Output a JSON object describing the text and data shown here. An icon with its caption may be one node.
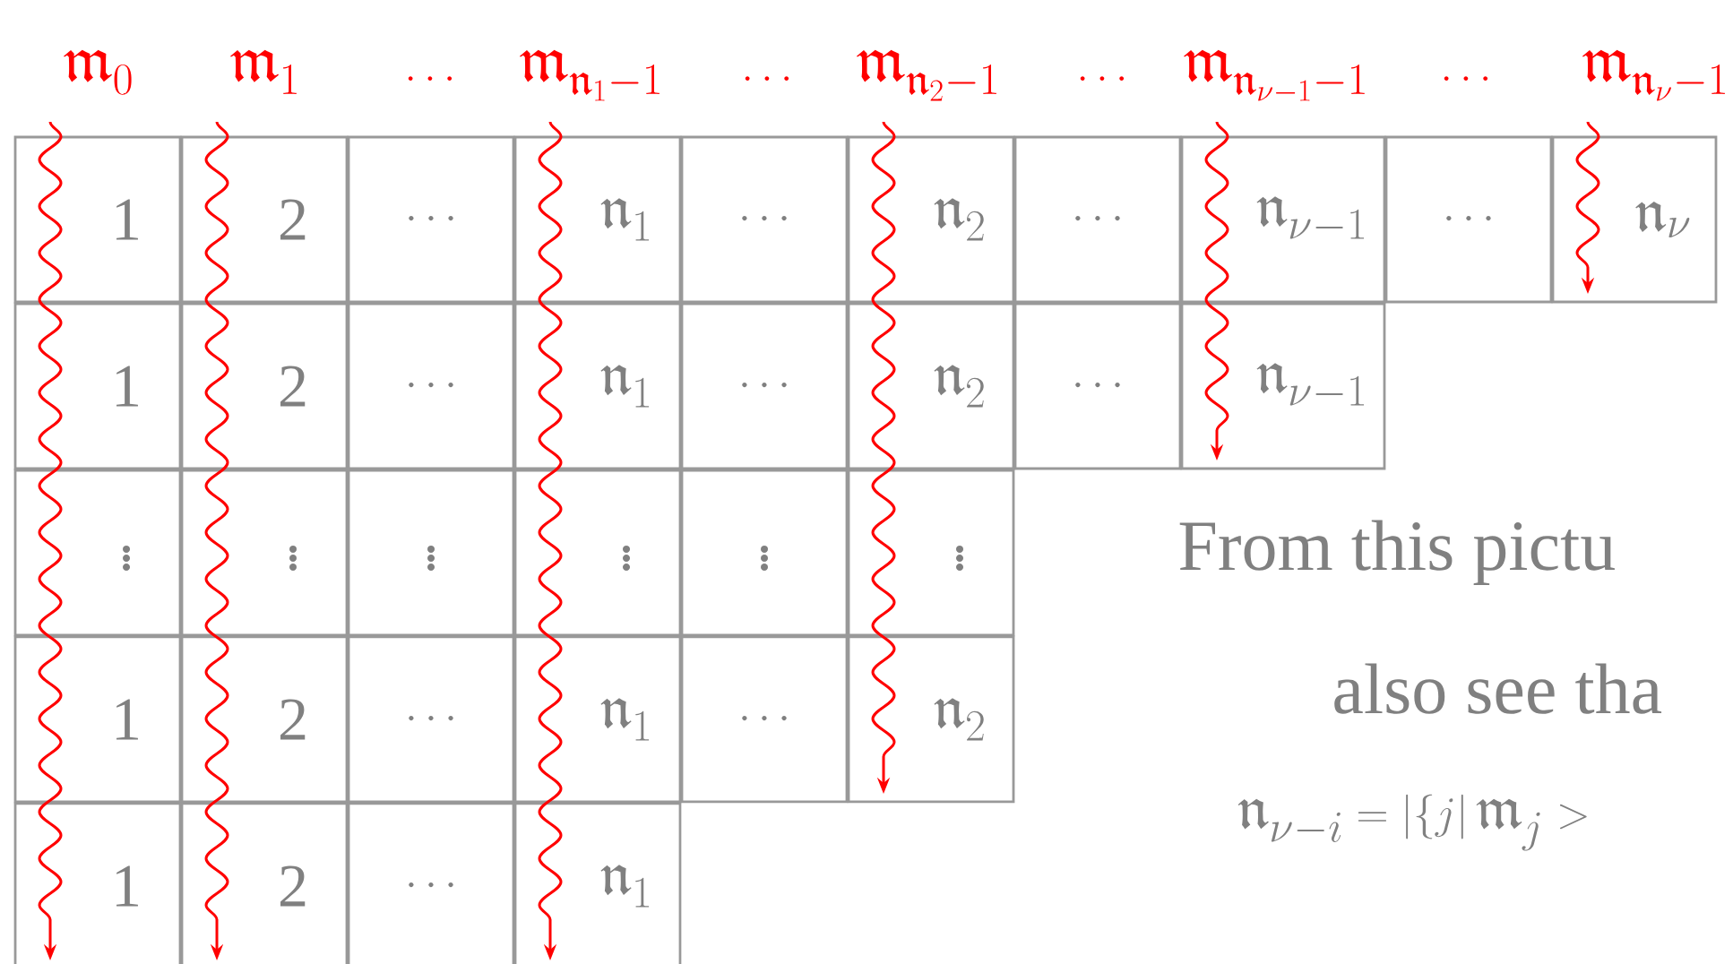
{
  "diagram": {
    "nodes": [
      {
        "text": [
          "1"
        ]
      },
      {
        "text": [
          "2"
        ]
      },
      {
        "text": [
          "\\cdots"
        ]
      },
      {
        "text": [
          "\\mathfrak{n}_1"
        ]
      },
      {
        "text": [
          "\\cdots"
        ]
      },
      {
        "text": [
          "\\mathfrak{n}_2"
        ]
      },
      {
        "text": [
          "\\cdots"
        ]
      },
      {
        "text": [
          "\\mathfrak{n}_{\\nu-1}"
        ]
      },
      {
        "text": [
          "\\cdots"
        ]
      },
      {
        "text": [
          "\\mathfrak{n}_\\nu"
        ]
      },
      {
        "text": [
          "1"
        ]
      },
      {
        "text": [
          "2"
        ]
      },
      {
        "text": [
          "\\cdots"
        ]
      },
      {
        "text": [
          "\\mathfrak{n}_1"
        ]
      },
      {
        "text": [
          "\\cdots"
        ]
      },
      {
        "text": [
          "\\mathfrak{n}_2"
        ]
      },
      {
        "text": [
          "\\cdots"
        ]
      },
      {
        "text": [
          "\\mathfrak{n}_{\\nu-1}"
        ]
      },
      {
        "text": [
          "\\vdots"
        ]
      },
      {
        "text": [
          "\\vdots"
        ]
      },
      {
        "text": [
          "\\vdots"
        ]
      },
      {
        "text": [
          "\\vdots"
        ]
      },
      {
        "text": [
          "\\vdots"
        ]
      },
      {
        "text": [
          "\\vdots"
        ]
      },
      {
        "text": [
          "1"
        ]
      },
      {
        "text": [
          "2"
        ]
      },
      {
        "text": [
          "\\cdots"
        ]
      },
      {
        "text": [
          "\\mathfrak{n}_1"
        ]
      },
      {
        "text": [
          "\\cdots"
        ]
      },
      {
        "text": [
          "\\mathfrak{n}_2"
        ]
      },
      {
        "text": [
          "1"
        ]
      },
      {
        "text": [
          "2"
        ]
      },
      {
        "text": [
          "\\cdots"
        ]
      },
      {
        "text": [
          "\\mathfrak{n}_1"
        ]
      }
    ],
    "labels": [
      "\\mathfrak{m}_0",
      "\\mathfrak{m}_1",
      "\\ldots",
      "\\mathfrak{m}_{\\mathfrak{n}_1-1}",
      "\\ldots",
      "\\mathfrak{m}_{\\mathfrak{n}_2-1}",
      "\\ldots",
      "\\mathfrak{m}_{\\mathfrak{n}_{\\nu-1}-1}",
      "\\ldots",
      "\\mathfrak{m}_{\\mathfrak{n}_\\nu-1}",
      "From this pictu",
      "also see tha",
      "\\mathfrak{n}_{\\nu-i} = \\left|\\{j\\right| \\mathfrak{m}_j >"
    ]
  }
}
